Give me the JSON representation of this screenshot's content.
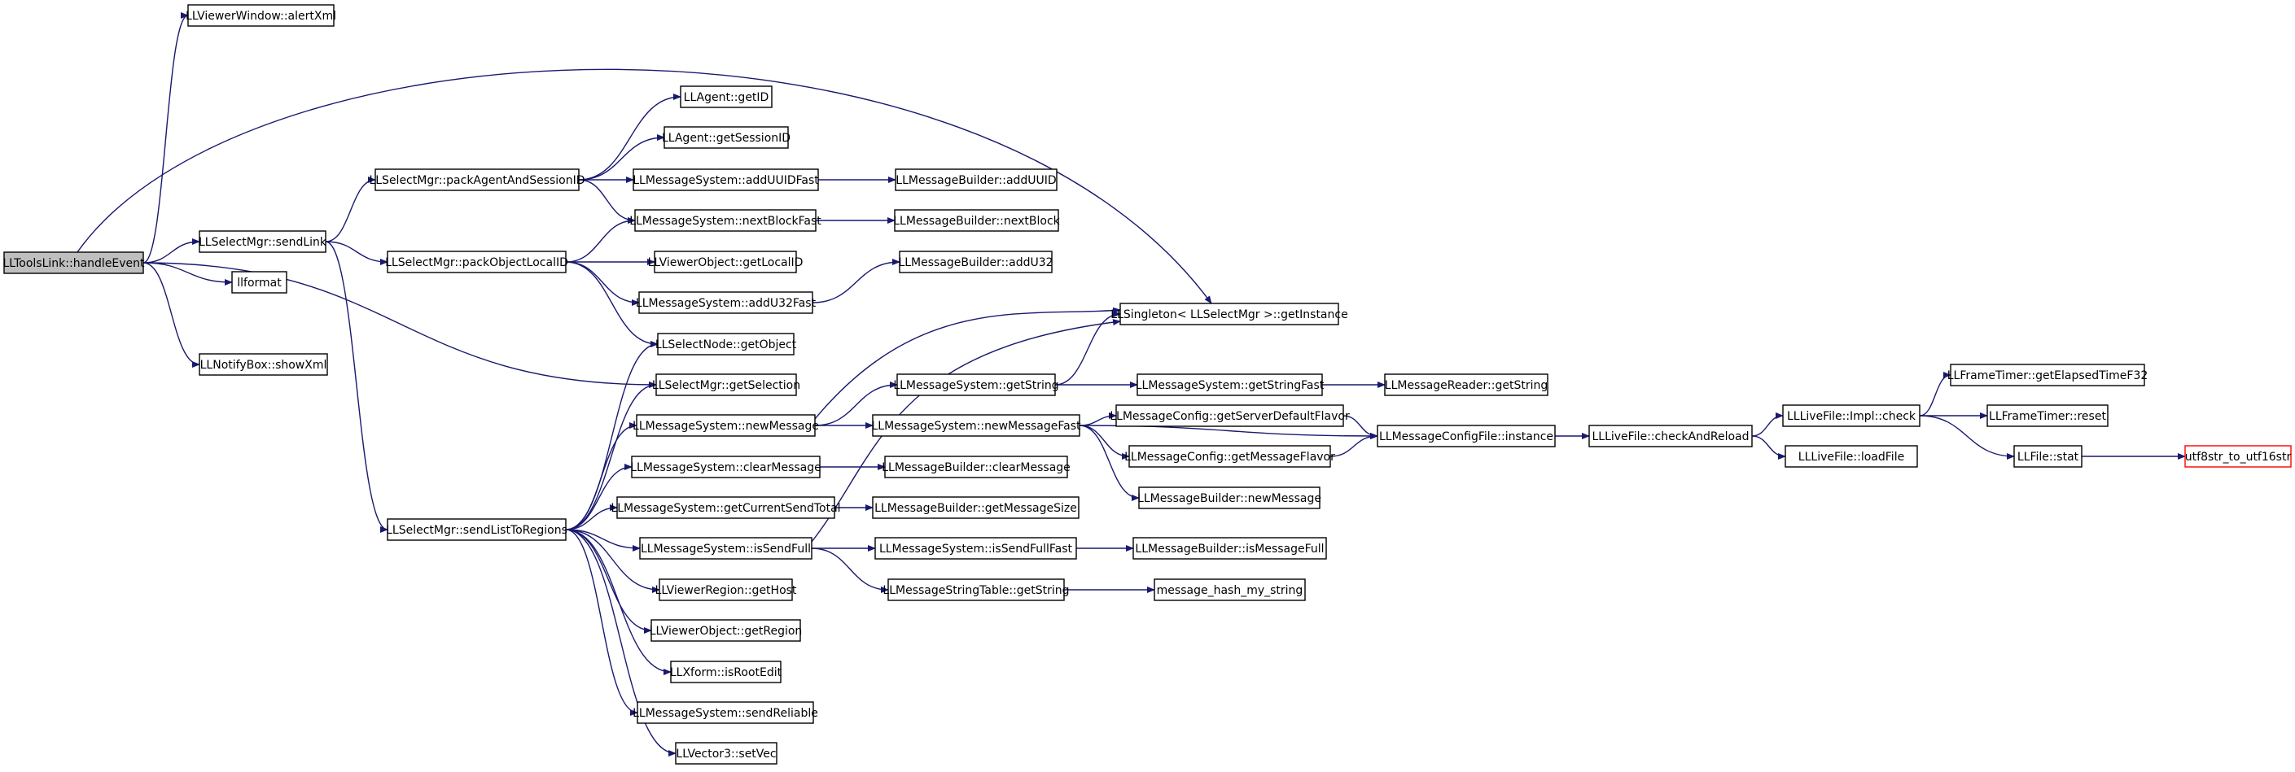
{
  "colors": {
    "edge": "#191970",
    "root_fill": "#bfbfbf",
    "leaf_border": "#ff0000"
  },
  "nodes": [
    {
      "id": "root",
      "label": "LLToolsLink::handleEvent"
    },
    {
      "id": "alertxml",
      "label": "LLViewerWindow::alertXml"
    },
    {
      "id": "sendlink",
      "label": "LLSelectMgr::sendLink"
    },
    {
      "id": "llformat",
      "label": "llformat"
    },
    {
      "id": "showxml",
      "label": "LLNotifyBox::showXml"
    },
    {
      "id": "packagent",
      "label": "LLSelectMgr::packAgentAndSessionID"
    },
    {
      "id": "packobj",
      "label": "LLSelectMgr::packObjectLocalID"
    },
    {
      "id": "sendlist",
      "label": "LLSelectMgr::sendListToRegions"
    },
    {
      "id": "getid",
      "label": "LLAgent::getID"
    },
    {
      "id": "getsessionid",
      "label": "LLAgent::getSessionID"
    },
    {
      "id": "adduuidfast",
      "label": "LLMessageSystem::addUUIDFast"
    },
    {
      "id": "nextblockfast",
      "label": "LLMessageSystem::nextBlockFast"
    },
    {
      "id": "getlocalid",
      "label": "LLViewerObject::getLocalID"
    },
    {
      "id": "addu32fast",
      "label": "LLMessageSystem::addU32Fast"
    },
    {
      "id": "getobject",
      "label": "LLSelectNode::getObject"
    },
    {
      "id": "getselection",
      "label": "LLSelectMgr::getSelection"
    },
    {
      "id": "newmessage",
      "label": "LLMessageSystem::newMessage"
    },
    {
      "id": "clearmessage",
      "label": "LLMessageSystem::clearMessage"
    },
    {
      "id": "getcurrentsend",
      "label": "LLMessageSystem::getCurrentSendTotal"
    },
    {
      "id": "issendfull",
      "label": "LLMessageSystem::isSendFull"
    },
    {
      "id": "gethost",
      "label": "LLViewerRegion::getHost"
    },
    {
      "id": "getregion",
      "label": "LLViewerObject::getRegion"
    },
    {
      "id": "isrootedit",
      "label": "LLXform::isRootEdit"
    },
    {
      "id": "sendreliable",
      "label": "LLMessageSystem::sendReliable"
    },
    {
      "id": "setvec",
      "label": "LLVector3::setVec"
    },
    {
      "id": "mb_adduuid",
      "label": "LLMessageBuilder::addUUID"
    },
    {
      "id": "mb_nextblock",
      "label": "LLMessageBuilder::nextBlock"
    },
    {
      "id": "mb_addu32",
      "label": "LLMessageBuilder::addU32"
    },
    {
      "id": "singleton",
      "label": "LLSingleton< LLSelectMgr >::getInstance"
    },
    {
      "id": "getstring",
      "label": "LLMessageSystem::getString"
    },
    {
      "id": "newmessagefast",
      "label": "LLMessageSystem::newMessageFast"
    },
    {
      "id": "mb_clearmessage",
      "label": "LLMessageBuilder::clearMessage"
    },
    {
      "id": "mb_getsize",
      "label": "LLMessageBuilder::getMessageSize"
    },
    {
      "id": "issendfullfast",
      "label": "LLMessageSystem::isSendFullFast"
    },
    {
      "id": "strtable",
      "label": "LLMessageStringTable::getString"
    },
    {
      "id": "getstringfast",
      "label": "LLMessageSystem::getStringFast"
    },
    {
      "id": "getserverflavor",
      "label": "LLMessageConfig::getServerDefaultFlavor"
    },
    {
      "id": "getmsgflavor",
      "label": "LLMessageConfig::getMessageFlavor"
    },
    {
      "id": "mb_newmessage",
      "label": "LLMessageBuilder::newMessage"
    },
    {
      "id": "mb_ismsgfull",
      "label": "LLMessageBuilder::isMessageFull"
    },
    {
      "id": "hashstring",
      "label": "message_hash_my_string"
    },
    {
      "id": "mr_getstring",
      "label": "LLMessageReader::getString"
    },
    {
      "id": "configinstance",
      "label": "LLMessageConfigFile::instance"
    },
    {
      "id": "checkreload",
      "label": "LLLiveFile::checkAndReload"
    },
    {
      "id": "implcheck",
      "label": "LLLiveFile::Impl::check"
    },
    {
      "id": "loadfile",
      "label": "LLLiveFile::loadFile"
    },
    {
      "id": "elapsed",
      "label": "LLFrameTimer::getElapsedTimeF32"
    },
    {
      "id": "ftreset",
      "label": "LLFrameTimer::reset"
    },
    {
      "id": "filestat",
      "label": "LLFile::stat"
    },
    {
      "id": "utf8str",
      "label": "utf8str_to_utf16str"
    }
  ],
  "edges": [
    [
      "root",
      "alertxml"
    ],
    [
      "root",
      "singleton"
    ],
    [
      "root",
      "sendlink"
    ],
    [
      "root",
      "llformat"
    ],
    [
      "root",
      "showxml"
    ],
    [
      "root",
      "getselection"
    ],
    [
      "sendlink",
      "packagent"
    ],
    [
      "sendlink",
      "packobj"
    ],
    [
      "sendlink",
      "sendlist"
    ],
    [
      "packagent",
      "getid"
    ],
    [
      "packagent",
      "getsessionid"
    ],
    [
      "packagent",
      "adduuidfast"
    ],
    [
      "packagent",
      "nextblockfast"
    ],
    [
      "packobj",
      "nextblockfast"
    ],
    [
      "packobj",
      "getlocalid"
    ],
    [
      "packobj",
      "addu32fast"
    ],
    [
      "packobj",
      "getobject"
    ],
    [
      "adduuidfast",
      "mb_adduuid"
    ],
    [
      "nextblockfast",
      "mb_nextblock"
    ],
    [
      "addu32fast",
      "mb_addu32"
    ],
    [
      "sendlist",
      "getobject"
    ],
    [
      "sendlist",
      "getselection"
    ],
    [
      "sendlist",
      "newmessage"
    ],
    [
      "sendlist",
      "clearmessage"
    ],
    [
      "sendlist",
      "getcurrentsend"
    ],
    [
      "sendlist",
      "issendfull"
    ],
    [
      "sendlist",
      "gethost"
    ],
    [
      "sendlist",
      "getregion"
    ],
    [
      "sendlist",
      "isrootedit"
    ],
    [
      "sendlist",
      "sendreliable"
    ],
    [
      "sendlist",
      "setvec"
    ],
    [
      "newmessage",
      "singleton"
    ],
    [
      "newmessage",
      "getstring"
    ],
    [
      "newmessage",
      "newmessagefast"
    ],
    [
      "clearmessage",
      "mb_clearmessage"
    ],
    [
      "getcurrentsend",
      "mb_getsize"
    ],
    [
      "issendfull",
      "singleton"
    ],
    [
      "issendfull",
      "issendfullfast"
    ],
    [
      "issendfull",
      "strtable"
    ],
    [
      "getstring",
      "singleton"
    ],
    [
      "getstring",
      "getstringfast"
    ],
    [
      "newmessagefast",
      "getserverflavor"
    ],
    [
      "newmessagefast",
      "getmsgflavor"
    ],
    [
      "newmessagefast",
      "mb_newmessage"
    ],
    [
      "newmessagefast",
      "configinstance"
    ],
    [
      "issendfullfast",
      "mb_ismsgfull"
    ],
    [
      "strtable",
      "hashstring"
    ],
    [
      "getstringfast",
      "mr_getstring"
    ],
    [
      "getserverflavor",
      "configinstance"
    ],
    [
      "getmsgflavor",
      "configinstance"
    ],
    [
      "configinstance",
      "checkreload"
    ],
    [
      "checkreload",
      "implcheck"
    ],
    [
      "checkreload",
      "loadfile"
    ],
    [
      "implcheck",
      "elapsed"
    ],
    [
      "implcheck",
      "ftreset"
    ],
    [
      "implcheck",
      "filestat"
    ],
    [
      "filestat",
      "utf8str"
    ]
  ]
}
